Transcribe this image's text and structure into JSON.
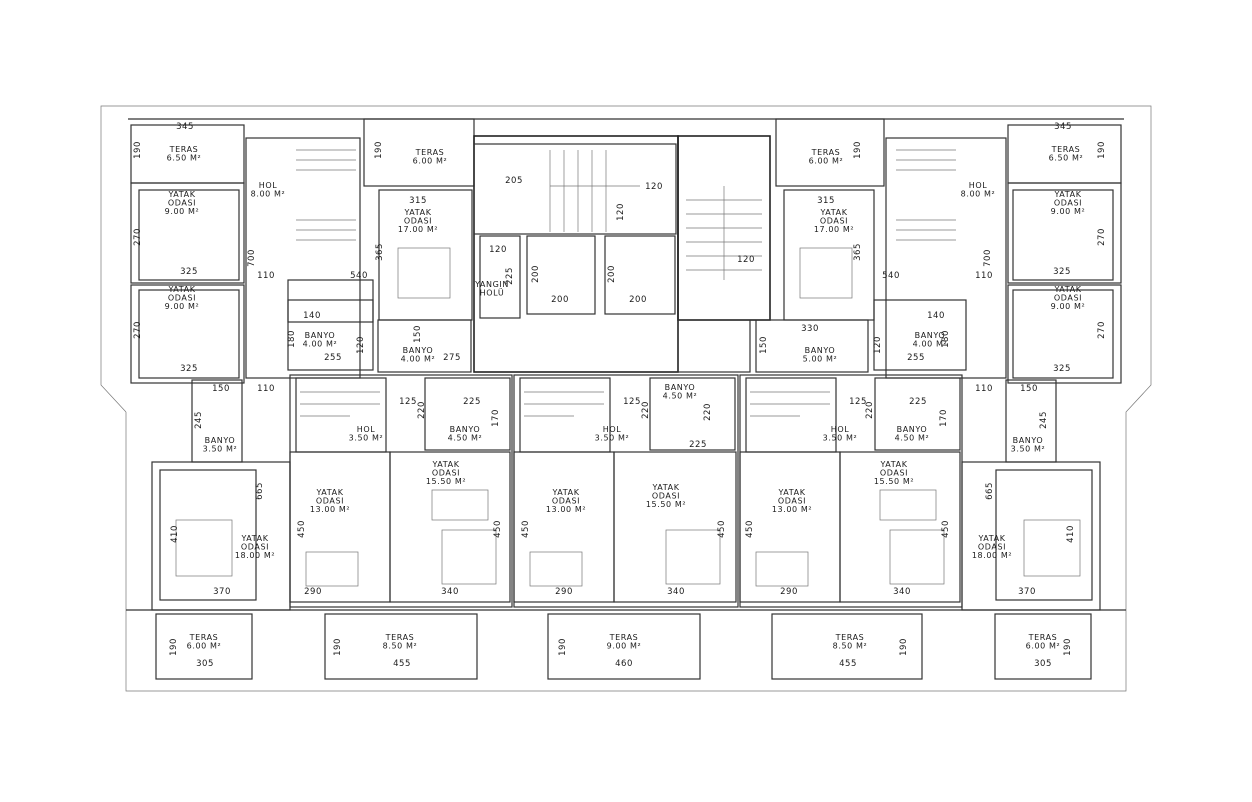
{
  "plan": {
    "accent_color": "#1a1a1a",
    "rooms": [
      {
        "id": "teras-tl",
        "lines": [
          "TERAS",
          "6.50 M²"
        ]
      },
      {
        "id": "yatak-l1",
        "lines": [
          "YATAK",
          "ODASI",
          "9.00 M²"
        ]
      },
      {
        "id": "yatak-l2",
        "lines": [
          "YATAK",
          "ODASI",
          "9.00 M²"
        ]
      },
      {
        "id": "hol-tl",
        "lines": [
          "HOL",
          "8.00 M²"
        ]
      },
      {
        "id": "teras-tc-l",
        "lines": [
          "TERAS",
          "6.00 M²"
        ]
      },
      {
        "id": "yatak-17-l",
        "lines": [
          "YATAK",
          "ODASI",
          "17.00 M²"
        ]
      },
      {
        "id": "banyo-4-l",
        "lines": [
          "BANYO",
          "4.00 M²"
        ]
      },
      {
        "id": "banyo-4-l2",
        "lines": [
          "BANYO",
          "4.00 M²"
        ]
      },
      {
        "id": "yangin",
        "lines": [
          "YANGIN",
          "HOLÜ"
        ]
      },
      {
        "id": "teras-tc-r",
        "lines": [
          "TERAS",
          "6.00 M²"
        ]
      },
      {
        "id": "yatak-17-r",
        "lines": [
          "YATAK",
          "ODASI",
          "17.00 M²"
        ]
      },
      {
        "id": "hol-tr",
        "lines": [
          "HOL",
          "8.00 M²"
        ]
      },
      {
        "id": "teras-tr",
        "lines": [
          "TERAS",
          "6.50 M²"
        ]
      },
      {
        "id": "yatak-r1",
        "lines": [
          "YATAK",
          "ODASI",
          "9.00 M²"
        ]
      },
      {
        "id": "yatak-r2",
        "lines": [
          "YATAK",
          "ODASI",
          "9.00 M²"
        ]
      },
      {
        "id": "banyo-5",
        "lines": [
          "BANYO",
          "5.00 M²"
        ]
      },
      {
        "id": "banyo-4-r",
        "lines": [
          "BANYO",
          "4.00 M²"
        ]
      },
      {
        "id": "banyo-35-l",
        "lines": [
          "BANYO",
          "3.50 M²"
        ]
      },
      {
        "id": "yatak-18-l",
        "lines": [
          "YATAK",
          "ODASI",
          "18.00 M²"
        ]
      },
      {
        "id": "hol-35-1",
        "lines": [
          "HOL",
          "3.50 M²"
        ]
      },
      {
        "id": "banyo-45-1",
        "lines": [
          "BANYO",
          "4.50 M²"
        ]
      },
      {
        "id": "yatak-13-1",
        "lines": [
          "YATAK",
          "ODASI",
          "13.00 M²"
        ]
      },
      {
        "id": "yatak-155-1",
        "lines": [
          "YATAK",
          "ODASI",
          "15.50 M²"
        ]
      },
      {
        "id": "banyo-45-2",
        "lines": [
          "BANYO",
          "4.50 M²"
        ]
      },
      {
        "id": "hol-35-2",
        "lines": [
          "HOL",
          "3.50 M²"
        ]
      },
      {
        "id": "yatak-13-2",
        "lines": [
          "YATAK",
          "ODASI",
          "13.00 M²"
        ]
      },
      {
        "id": "yatak-155-2",
        "lines": [
          "YATAK",
          "ODASI",
          "15.50 M²"
        ]
      },
      {
        "id": "hol-35-3",
        "lines": [
          "HOL",
          "3.50 M²"
        ]
      },
      {
        "id": "banyo-45-3",
        "lines": [
          "BANYO",
          "4.50 M²"
        ]
      },
      {
        "id": "yatak-13-3",
        "lines": [
          "YATAK",
          "ODASI",
          "13.00 M²"
        ]
      },
      {
        "id": "yatak-155-3",
        "lines": [
          "YATAK",
          "ODASI",
          "15.50 M²"
        ]
      },
      {
        "id": "banyo-35-r",
        "lines": [
          "BANYO",
          "3.50 M²"
        ]
      },
      {
        "id": "yatak-18-r",
        "lines": [
          "YATAK",
          "ODASI",
          "18.00 M²"
        ]
      },
      {
        "id": "teras-b1",
        "lines": [
          "TERAS",
          "6.00 M²"
        ]
      },
      {
        "id": "teras-b2",
        "lines": [
          "TERAS",
          "8.50 M²"
        ]
      },
      {
        "id": "teras-b3",
        "lines": [
          "TERAS",
          "9.00 M²"
        ]
      },
      {
        "id": "teras-b4",
        "lines": [
          "TERAS",
          "8.50 M²"
        ]
      },
      {
        "id": "teras-b5",
        "lines": [
          "TERAS",
          "6.00 M²"
        ]
      }
    ],
    "dims": [
      "345",
      "190",
      "270",
      "325",
      "270",
      "325",
      "700",
      "110",
      "540",
      "315",
      "190",
      "365",
      "205",
      "120",
      "120",
      "120",
      "225",
      "200",
      "200",
      "200",
      "200",
      "120",
      "345",
      "190",
      "315",
      "190",
      "365",
      "540",
      "700",
      "110",
      "270",
      "325",
      "270",
      "325",
      "140",
      "180",
      "255",
      "120",
      "150",
      "275",
      "330",
      "150",
      "140",
      "120",
      "255",
      "180",
      "150",
      "110",
      "245",
      "665",
      "410",
      "370",
      "125",
      "220",
      "225",
      "170",
      "125",
      "220",
      "220",
      "225",
      "125",
      "220",
      "225",
      "170",
      "450",
      "290",
      "450",
      "340",
      "450",
      "290",
      "450",
      "340",
      "450",
      "290",
      "450",
      "340",
      "150",
      "110",
      "245",
      "665",
      "410",
      "370",
      "190",
      "305",
      "190",
      "455",
      "190",
      "460",
      "455",
      "190",
      "305",
      "190"
    ]
  }
}
